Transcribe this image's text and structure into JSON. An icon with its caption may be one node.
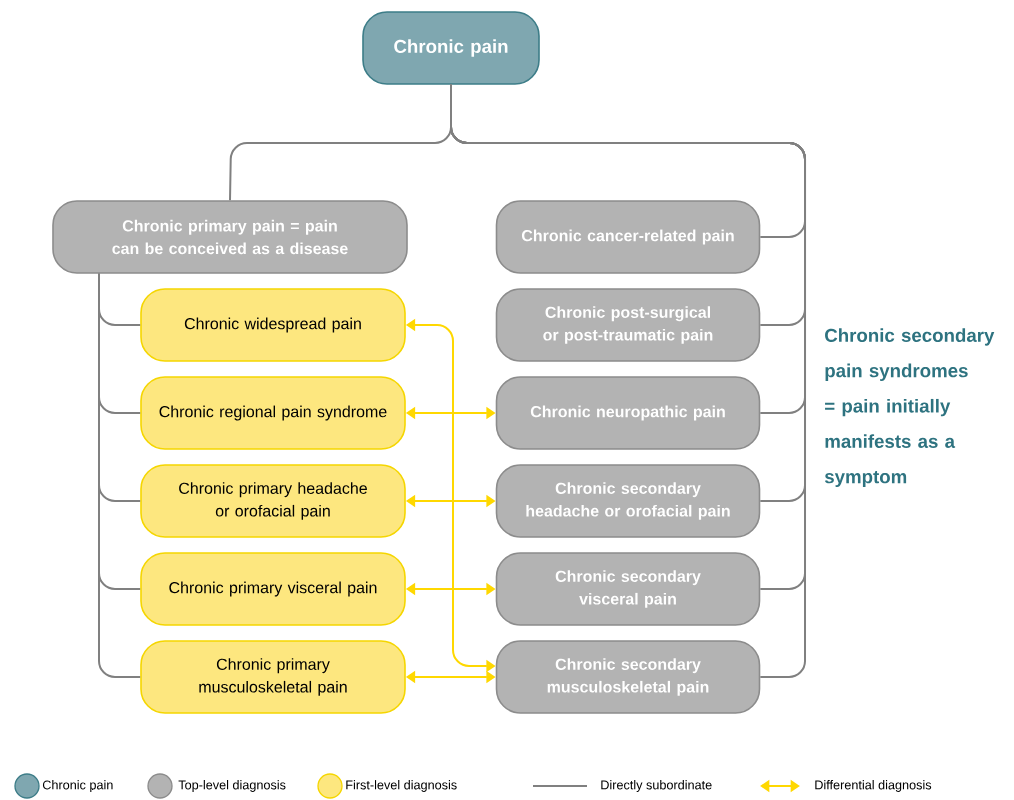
{
  "diagram": {
    "nodes": [
      {
        "text": [
          "Chronic pain"
        ]
      },
      {
        "text": [
          "Chronic primary pain = pain can be conceived as a disease"
        ]
      },
      {
        "text": [
          "Chronic widespread pain"
        ]
      },
      {
        "text": [
          "Chronic regional pain syndrome"
        ]
      },
      {
        "text": [
          "Chronic primary headache or orofacial pain"
        ]
      },
      {
        "text": [
          "Chronic primary visceral pain"
        ]
      },
      {
        "text": [
          "Chronic primary musculoskeletal pain"
        ]
      },
      {
        "text": [
          "Chronic cancer-related pain"
        ]
      },
      {
        "text": [
          "Chronic post-surgical or post-traumatic pain"
        ]
      },
      {
        "text": [
          "Chronic neuropathic pain"
        ]
      },
      {
        "text": [
          "Chronic secondary headache or orofacial pain"
        ]
      },
      {
        "text": [
          "Chronic secondary visceral pain"
        ]
      },
      {
        "text": [
          "Chronic secondary musculoskeletal pain"
        ]
      }
    ],
    "edges": [
      {
        "from": 0,
        "to": 1,
        "arrow": "none"
      },
      {
        "from": 0,
        "to": 7,
        "arrow": "none"
      },
      {
        "from": 0,
        "to": 8,
        "arrow": "none"
      },
      {
        "from": 0,
        "to": 9,
        "arrow": "none"
      },
      {
        "from": 0,
        "to": 10,
        "arrow": "none"
      },
      {
        "from": 0,
        "to": 11,
        "arrow": "none"
      },
      {
        "from": 0,
        "to": 12,
        "arrow": "none"
      },
      {
        "from": 1,
        "to": 2,
        "arrow": "none"
      },
      {
        "from": 1,
        "to": 3,
        "arrow": "none"
      },
      {
        "from": 1,
        "to": 4,
        "arrow": "none"
      },
      {
        "from": 1,
        "to": 5,
        "arrow": "none"
      },
      {
        "from": 1,
        "to": 6,
        "arrow": "none"
      },
      {
        "from": 2,
        "to": 12,
        "arrow": "both",
        "color": "#ffd800"
      },
      {
        "from": 3,
        "to": 9,
        "arrow": "both",
        "color": "#ffd800"
      },
      {
        "from": 4,
        "to": 10,
        "arrow": "both",
        "color": "#ffd800"
      },
      {
        "from": 5,
        "to": 11,
        "arrow": "both",
        "color": "#ffd800"
      },
      {
        "from": 6,
        "to": 12,
        "arrow": "both",
        "color": "#ffd800"
      }
    ],
    "labels": [
      "Chronic secondary pain syndromes = pain initially manifests as a symptom"
    ],
    "legend": [
      {
        "text": "Chronic pain",
        "color": "#7fa7b0"
      },
      {
        "text": "Top-level diagnosis",
        "color": "#b3b3b3"
      },
      {
        "text": "First-level diagnosis",
        "color": "#fde77f"
      },
      {
        "text": "Directly subordinate"
      },
      {
        "text": "Differential diagnosis"
      }
    ]
  }
}
